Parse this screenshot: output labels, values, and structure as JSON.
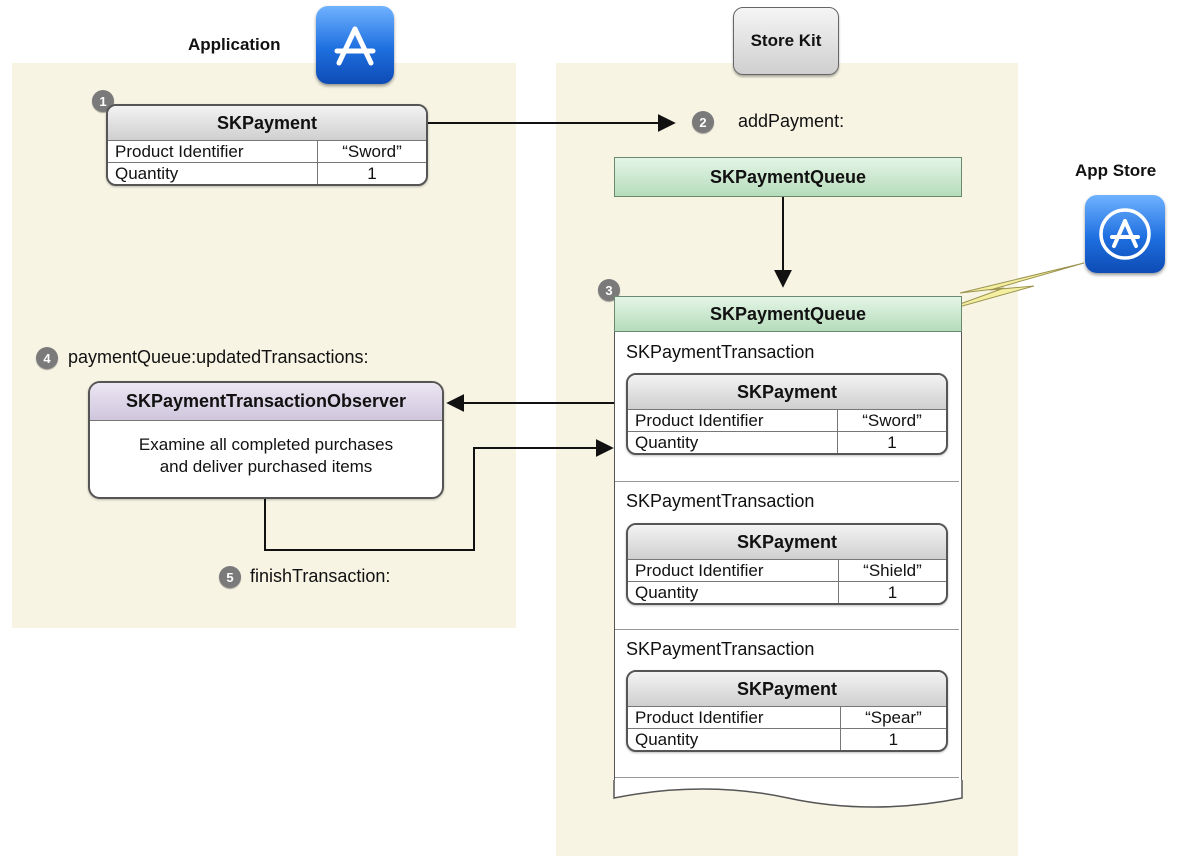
{
  "application": {
    "title": "Application"
  },
  "store_kit": {
    "title": "Store Kit"
  },
  "app_store": {
    "title": "App Store"
  },
  "payment": {
    "title": "SKPayment",
    "rows": [
      {
        "key": "Product Identifier",
        "value": "“Sword”"
      },
      {
        "key": "Quantity",
        "value": "1"
      }
    ]
  },
  "steps": {
    "s1": "1",
    "s2": "2",
    "s3": "3",
    "s4": "4",
    "s5": "5"
  },
  "messages": {
    "add_payment": "addPayment:",
    "updated_transactions": "paymentQueue:updatedTransactions:",
    "finish_transaction": "finishTransaction:"
  },
  "queue_top": {
    "title": "SKPaymentQueue"
  },
  "queue_main": {
    "title": "SKPaymentQueue",
    "transactions": [
      {
        "label": "SKPaymentTransaction",
        "payment_title": "SKPayment",
        "rows": [
          {
            "key": "Product Identifier",
            "value": "“Sword”"
          },
          {
            "key": "Quantity",
            "value": "1"
          }
        ]
      },
      {
        "label": "SKPaymentTransaction",
        "payment_title": "SKPayment",
        "rows": [
          {
            "key": "Product Identifier",
            "value": "“Shield”"
          },
          {
            "key": "Quantity",
            "value": "1"
          }
        ]
      },
      {
        "label": "SKPaymentTransaction",
        "payment_title": "SKPayment",
        "rows": [
          {
            "key": "Product Identifier",
            "value": "“Spear”"
          },
          {
            "key": "Quantity",
            "value": "1"
          }
        ]
      }
    ]
  },
  "observer": {
    "title": "SKPaymentTransactionObserver",
    "line1": "Examine all completed purchases",
    "line2": "and deliver purchased items"
  },
  "colors": {
    "panel": "#f7f4e4",
    "green_header": "#b6dcbb",
    "icon_blue": "#1e6fe0",
    "lightning": "#f3eea0"
  }
}
